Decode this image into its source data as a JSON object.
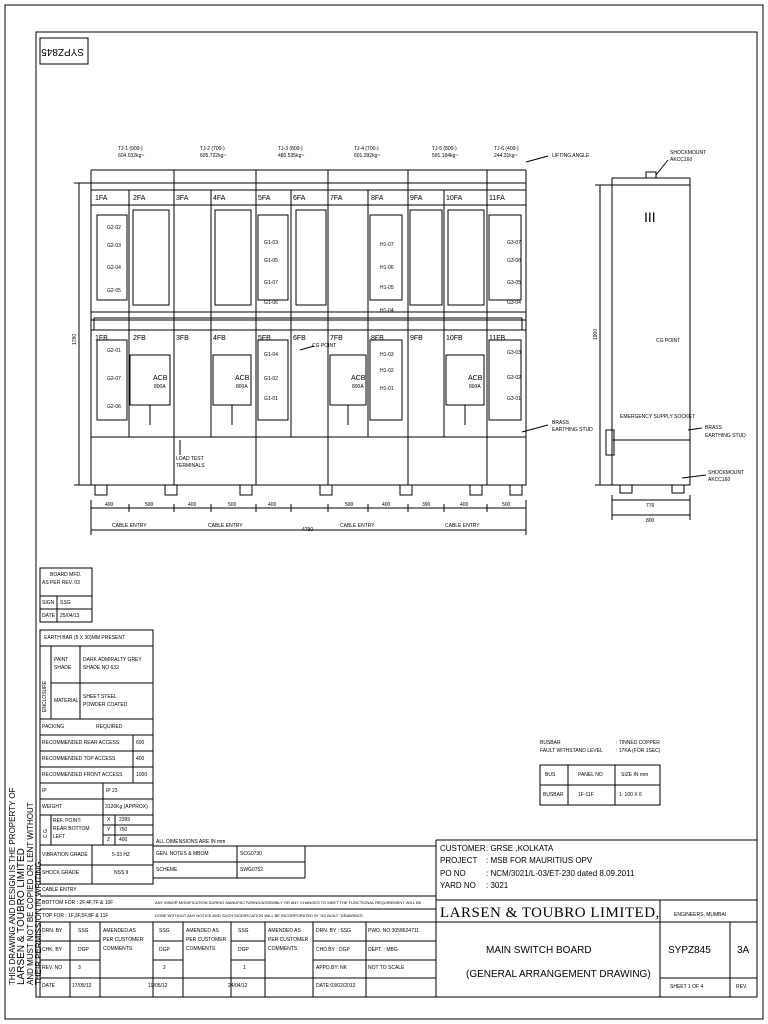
{
  "drawing_no_stamp": "SYPZ845",
  "side_note": [
    "THIS DRAWING AND DESIGN IS THE PROPERTY OF",
    "LARSEN & TOUBRO LIMITED",
    "AND MUST NOT BE COPIED OR LENT WITHOUT",
    "THEIR PERMISSION IN WRITING."
  ],
  "front_view": {
    "tj_labels": [
      "TJ-1 (900-)",
      "TJ-2 (700-)",
      "TJ-3 (800-)",
      "TJ-4 (700-)",
      "TJ-5 (800-)",
      "TJ-6 (400-)"
    ],
    "tj_weights": [
      "604.032kg~",
      "605.722kg~",
      "480.535kg~",
      "601.392kg~",
      "591.184kg~",
      "244.31kg~"
    ],
    "top_panels": [
      "1FA",
      "2FA",
      "3FA",
      "4FA",
      "5FA",
      "6FA",
      "7FA",
      "8FA",
      "9FA",
      "10FA",
      "11FA"
    ],
    "bottom_panels": [
      "1FB",
      "2FB",
      "3FB",
      "4FB",
      "5FB",
      "6FB",
      "7FB",
      "8FB",
      "9FB",
      "10FB",
      "11FB"
    ],
    "feeders_top": [
      [
        "G2-02",
        "G2-03",
        "G2-04",
        "G2-05"
      ],
      [
        "G1-03",
        "G1-05",
        "G1-07",
        "G1-06"
      ],
      [
        "H1-07",
        "H1-06",
        "H1-05",
        "H1-04"
      ],
      [
        "G3-07",
        "G3-06",
        "G3-05",
        "G3-04"
      ]
    ],
    "feeders_bottom": [
      [
        "G2-01",
        "G2-07",
        "G2-06"
      ],
      [
        "G1-04",
        "G1-02",
        "G1-01"
      ],
      [
        "H1-03",
        "H1-02",
        "H1-01"
      ],
      [
        "G3-03",
        "G3-02",
        "G3-01"
      ]
    ],
    "acb_label": "ACB",
    "acb_rating": "800A",
    "lifting_angle": "LIFTING ANGLE",
    "cg_point": "CG POINT",
    "brass_earthing_stud": [
      "BRASS",
      "EARTHING STUD"
    ],
    "load_test_terminals": [
      "LOAD TEST",
      "TERMINALS"
    ],
    "height_dim": "1780",
    "bottom_dims": [
      "400",
      "500",
      "400",
      "500",
      "400",
      "500",
      "400",
      "390",
      "400",
      "500"
    ],
    "cable_entry": [
      "CABLE ENTRY",
      "CABLE ENTRY",
      "CABLE ENTRY",
      "CABLE ENTRY"
    ],
    "total_width": "4790"
  },
  "side_view": {
    "shockmount_top": [
      "SHOCKMOUNT",
      "AKCC160"
    ],
    "shockmount_bottom": [
      "SHOCKMOUNT",
      "AKCC160"
    ],
    "cg_point": "CG POINT",
    "emergency_supply_socket": "EMERGENCY SUPPLY SOCKET",
    "brass_earthing_stud": [
      "BRASS",
      "EARTHING STUD"
    ],
    "height_dim": "1900",
    "dims": [
      "776",
      "800"
    ],
    "marks": "III"
  },
  "board_mfd": {
    "title": [
      "BOARD MFD.",
      "AS PER REV. 03"
    ],
    "sign_label": "SIGN",
    "sign_value": "SSG",
    "date_label": "DATE",
    "date_value": "25/04/13"
  },
  "specs": {
    "earth_bar": "EARTH BAR (5 X 30)MM PRESENT",
    "enclosure_label": "ENCLOSURE",
    "paint_label": [
      "PAINT",
      "SHADE"
    ],
    "paint_value": [
      "DARK ADMIRALTY GREY",
      "SHADE NO 632"
    ],
    "material_label": "MATERIAL",
    "material_value": [
      "SHEET STEEL",
      "POWDER COATED"
    ],
    "rows": [
      {
        "label": "PACKING",
        "value": "REQUIRED"
      },
      {
        "label": "RECOMMENDED REAR ACCESS",
        "value": "600"
      },
      {
        "label": "RECOMMENDED TOP ACCESS",
        "value": "400"
      },
      {
        "label": "RECOMMENDED FRONT ACCESS",
        "value": "1000"
      },
      {
        "label": "IP",
        "value": "IP 23"
      },
      {
        "label": "WEIGHT",
        "value": "3126Kg (APPROX)"
      }
    ],
    "cg_label": "C.G.",
    "cg_ref": [
      "REF. POINT:",
      "REAR BOTTOM",
      "LEFT"
    ],
    "cg_axes": [
      "X",
      "Y",
      "Z"
    ],
    "cg_values": [
      "2395",
      "750",
      "400"
    ],
    "vibration_label": "VIBRATION GRADE",
    "vibration_value": "5-33 HZ",
    "shock_label": "SHOCK GRADE",
    "shock_value": "NSS II",
    "cable_entry_label": "CABLE ENTRY",
    "bottom_for": "BOTTOM FOR : 2F,4F,7F & 10F",
    "top_for": "TOP FOR     : 1F,3F,5F,8F & 11F"
  },
  "notes": {
    "all_dims": "ALL DIMENSIONS ARE IN mm",
    "gen_notes_label": "GEN. NOTES & MBOM",
    "gen_notes_value": "SCG0730",
    "scheme_label": "SCHEME",
    "scheme_value": "SWG0752",
    "notice1": "ANY MINOR MODIFICATION DURING MANUFACTURING/ASSEMBLY OR ANY CHANGES TO MEET THE FUNCTIONAL REQUIREMENT WILL BE",
    "notice2": "DONE WITHOUT ANY NOTICE AND SUCH MODIFICATION WILL BE INCORPORATED IN \"AS BUILT\" DRAWINGS"
  },
  "busbar": {
    "line1_label": "BUSBAR",
    "line1_value": ": TINNED COPPER",
    "line2_label": "FAULT WITHSTAND LEVEL",
    "line2_value": ": 17KA (FOR 1SEC)",
    "headers": [
      "BUS",
      "PANEL NO",
      "SIZE IN mm"
    ],
    "row": [
      "BUSBAR",
      "1F-11F",
      "1: 100 X 6"
    ]
  },
  "revision": {
    "drn_label": "DRN. BY",
    "drn_value": "SSG",
    "chk_label": "CHK. BY",
    "chk_value": "DGP",
    "rev_label": "REV. NO",
    "rev_value": "3",
    "date_label": "DATE",
    "date_value": "17/05/12",
    "amend1": [
      "AMENDED AS",
      "PER CUSTOMER",
      "COMMENTS"
    ],
    "col2": [
      "SSG",
      "DGP",
      "2",
      "19/05/12"
    ],
    "amend2": [
      "AMENDED AS",
      "PER CUSTOMER",
      "COMMENTS"
    ],
    "col3": [
      "SSG",
      "DGP",
      "1",
      "24/04/12"
    ],
    "amend3": [
      "AMENDED AS",
      "PER CUSTOMER",
      "COMMENTS"
    ]
  },
  "title_block": {
    "customer_label": "CUSTOMER",
    "customer_value": ": GRSE ,KOLKATA",
    "project_label": "PROJECT",
    "project_value": ": MSB FOR MAURITIUS OPV",
    "po_label": "PO NO",
    "po_value": ": NCM/3021/L-03/ET-230  dated 8.09.2011",
    "yard_label": "YARD NO",
    "yard_value": ": 3021",
    "company": "LARSEN & TOUBRO LIMITED,",
    "engineers": "ENGINEERS, MUMBAI",
    "drn": "DRN. BY : SSG",
    "chd": "CHD.BY : DGP",
    "appd": "APPD.BY: NK",
    "date": "DATE:03/02/2012",
    "pwo": "PWO. NO:3058624711",
    "dept": "DEPT. : MBG",
    "scale": "NOT TO SCALE",
    "title1": "MAIN SWITCH BOARD",
    "title2": "(GENERAL ARRANGEMENT DRAWING)",
    "drawing_no": "SYPZ845",
    "rev": "3A",
    "sheet": "SHEET 1 OF 4",
    "rev_label": "REV."
  }
}
